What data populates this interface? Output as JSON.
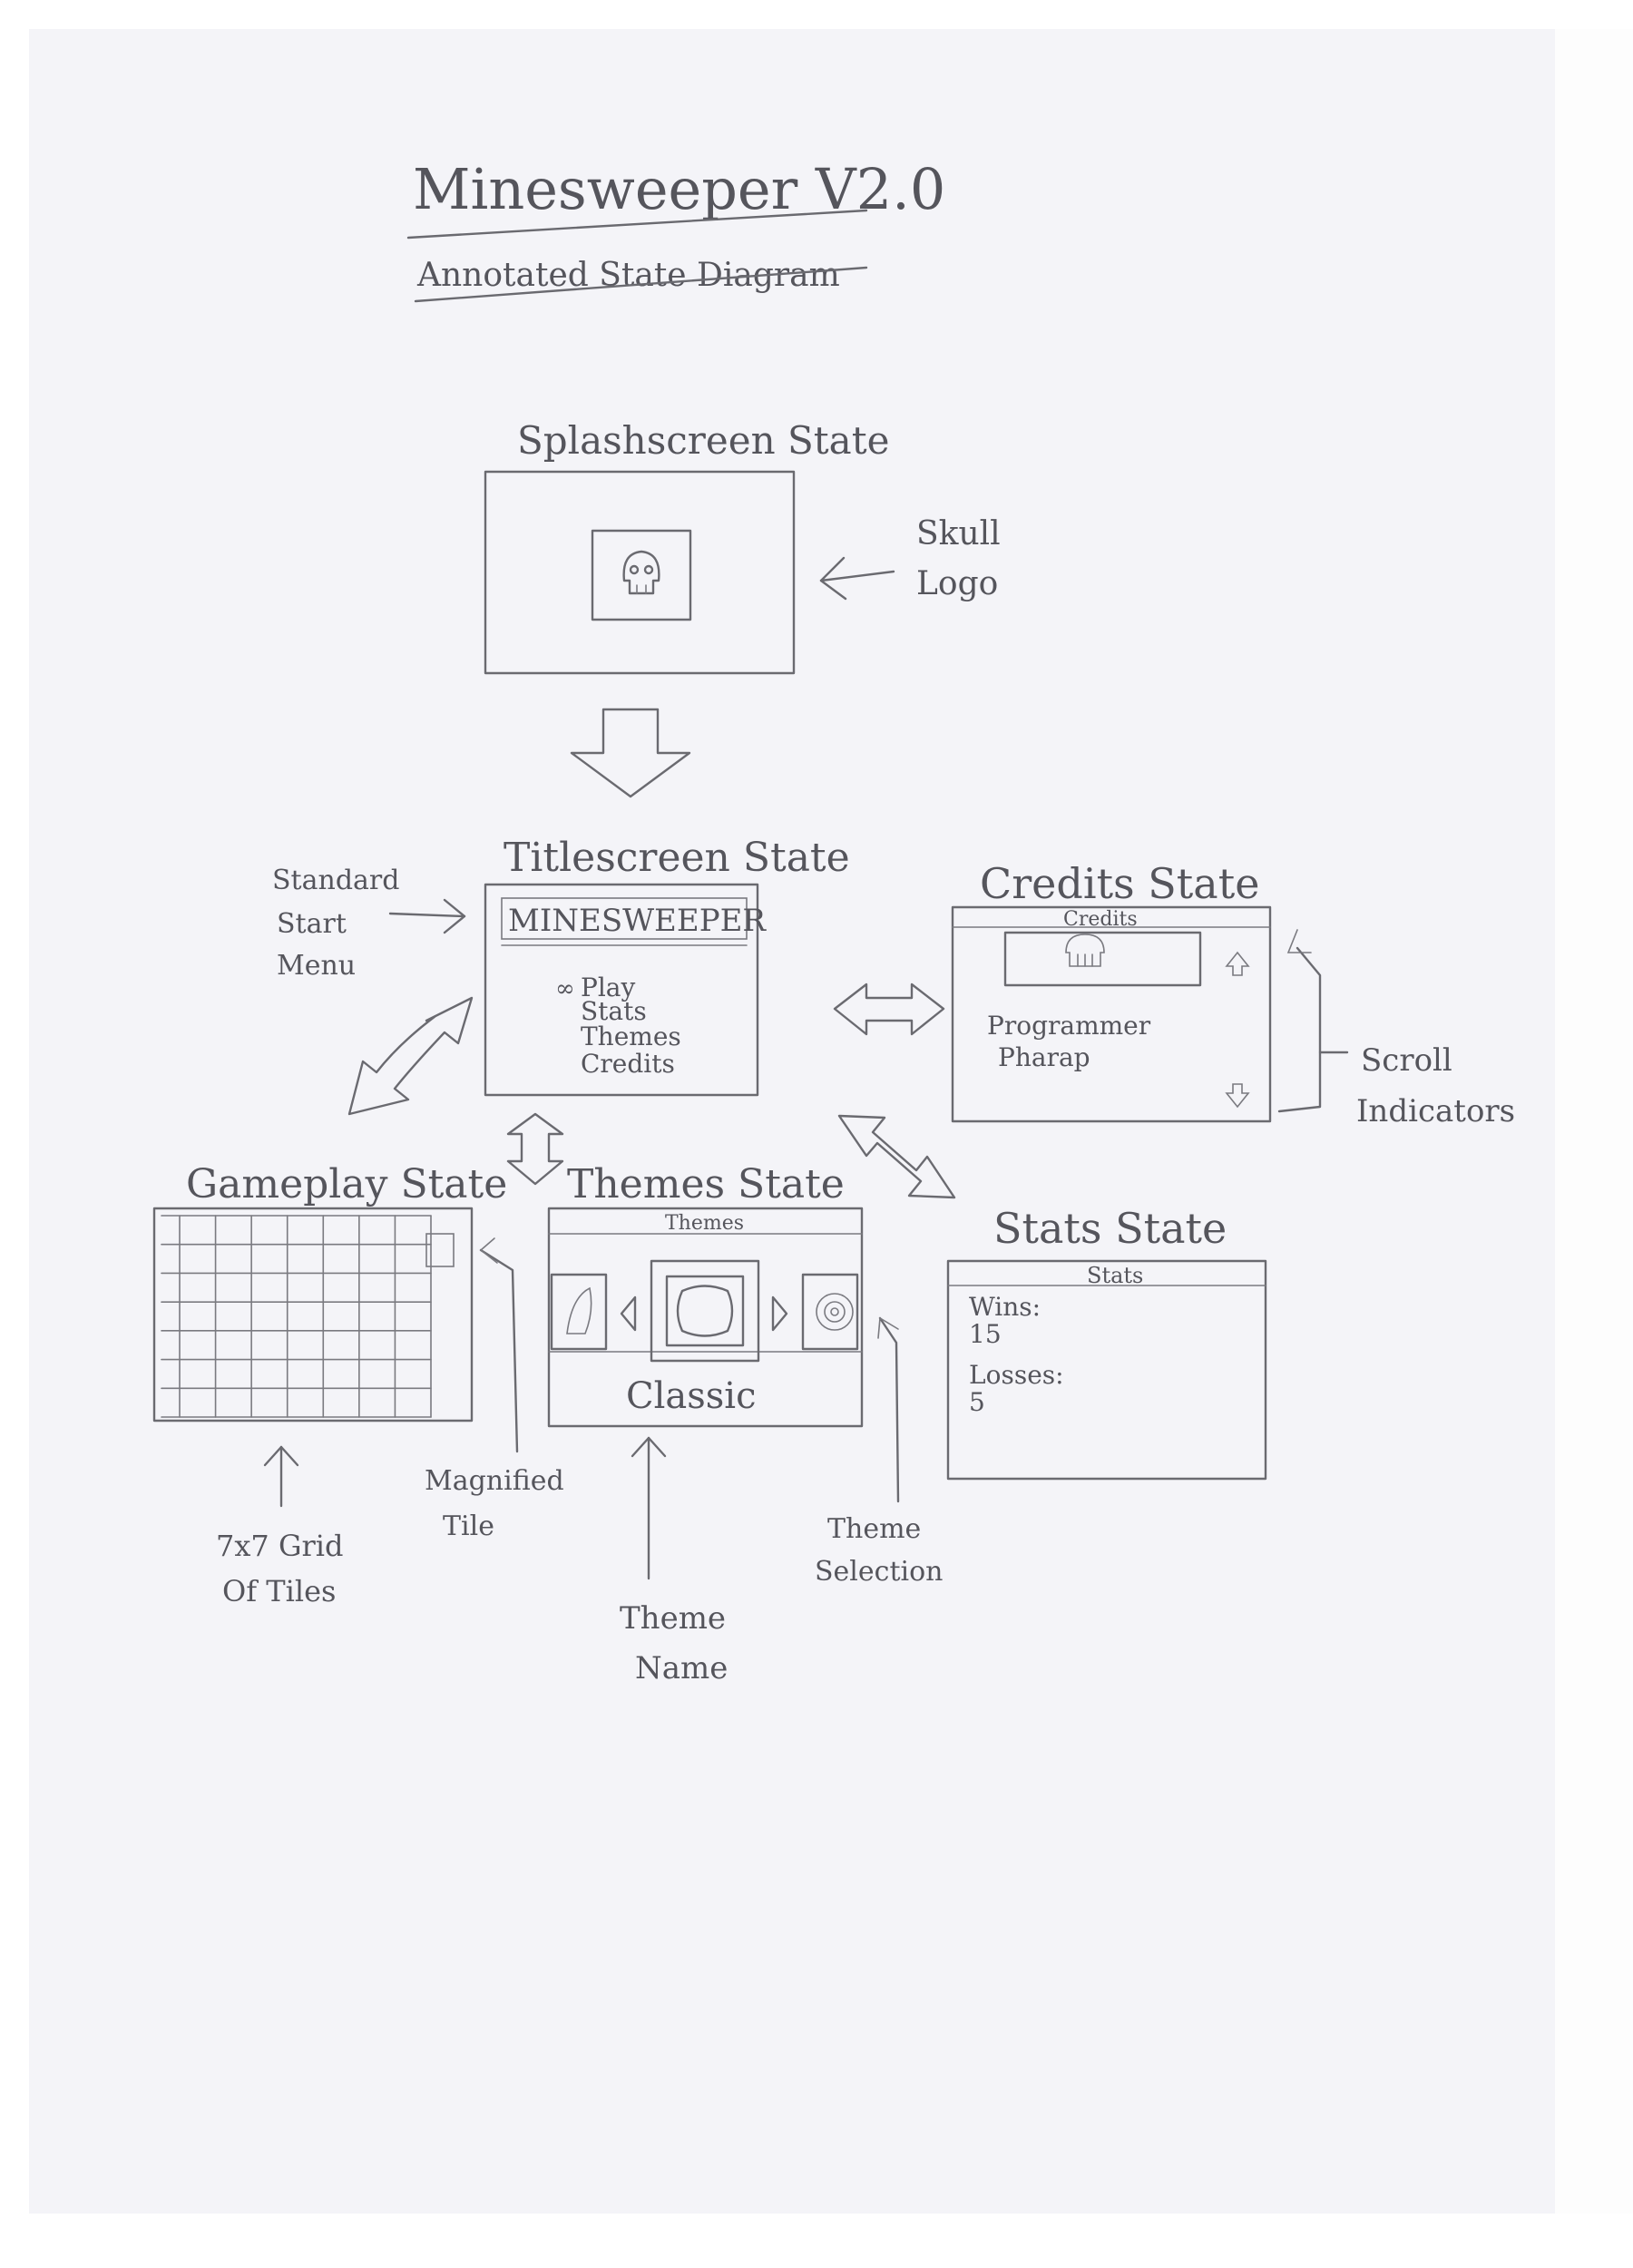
{
  "title": "Minesweeper V2.0",
  "subtitle": "Annotated State Diagram",
  "states": {
    "splash": {
      "label": "Splashscreen State"
    },
    "title": {
      "label": "Titlescreen State",
      "logo_text": "MINESWEEPER",
      "menu": [
        "Play",
        "Stats",
        "Themes",
        "Credits"
      ]
    },
    "credits": {
      "label": "Credits State",
      "header": "Credits",
      "line1": "Programmer",
      "line2": "Pharap"
    },
    "gameplay": {
      "label": "Gameplay State"
    },
    "themes": {
      "label": "Themes State",
      "header": "Themes",
      "theme_name": "Classic"
    },
    "stats": {
      "label": "Stats State",
      "header": "Stats",
      "wins_label": "Wins:",
      "wins_value": "15",
      "losses_label": "Losses:",
      "losses_value": "5"
    }
  },
  "annotations": {
    "skull_logo": [
      "Skull",
      "Logo"
    ],
    "start_menu": [
      "Standard",
      "Start",
      "Menu"
    ],
    "scroll": [
      "Scroll",
      "Indicators"
    ],
    "grid": [
      "7x7 Grid",
      "Of Tiles"
    ],
    "magnified": [
      "Magnified",
      "Tile"
    ],
    "theme_name": [
      "Theme",
      "Name"
    ],
    "theme_selection": [
      "Theme",
      "Selection"
    ]
  },
  "colors": {
    "ink": "#6a6a70",
    "paper": "#f4f4f8"
  }
}
